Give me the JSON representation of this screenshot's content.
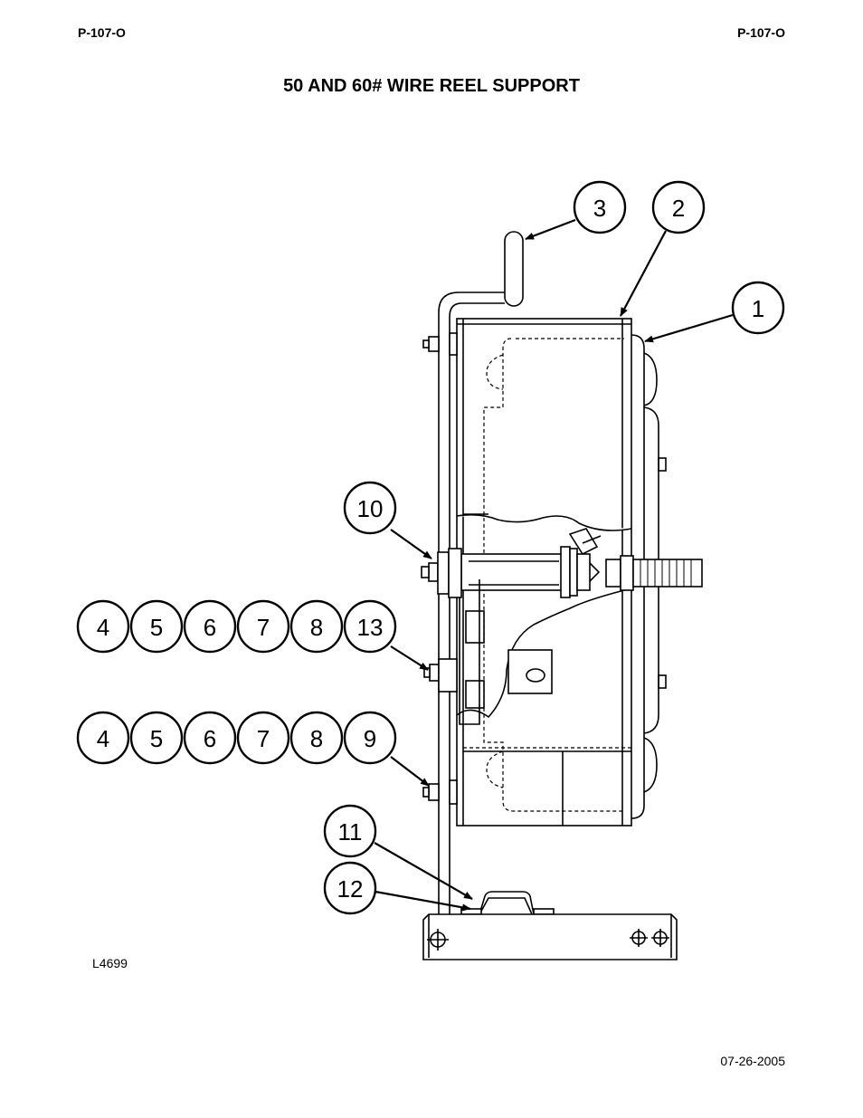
{
  "header": {
    "code_left": "P-107-O",
    "code_right": "P-107-O"
  },
  "title": "50 AND 60# WIRE REEL SUPPORT",
  "drawing_number": "L4699",
  "date": "07-26-2005",
  "callouts": [
    {
      "id": "c3",
      "label": "3"
    },
    {
      "id": "c2",
      "label": "2"
    },
    {
      "id": "c1",
      "label": "1"
    },
    {
      "id": "c10",
      "label": "10"
    },
    {
      "id": "r1-4",
      "label": "4"
    },
    {
      "id": "r1-5",
      "label": "5"
    },
    {
      "id": "r1-6",
      "label": "6"
    },
    {
      "id": "r1-7",
      "label": "7"
    },
    {
      "id": "r1-8",
      "label": "8"
    },
    {
      "id": "r1-13",
      "label": "13"
    },
    {
      "id": "r2-4",
      "label": "4"
    },
    {
      "id": "r2-5",
      "label": "5"
    },
    {
      "id": "r2-6",
      "label": "6"
    },
    {
      "id": "r2-7",
      "label": "7"
    },
    {
      "id": "r2-8",
      "label": "8"
    },
    {
      "id": "r2-9",
      "label": "9"
    },
    {
      "id": "c11",
      "label": "11"
    },
    {
      "id": "c12",
      "label": "12"
    }
  ]
}
